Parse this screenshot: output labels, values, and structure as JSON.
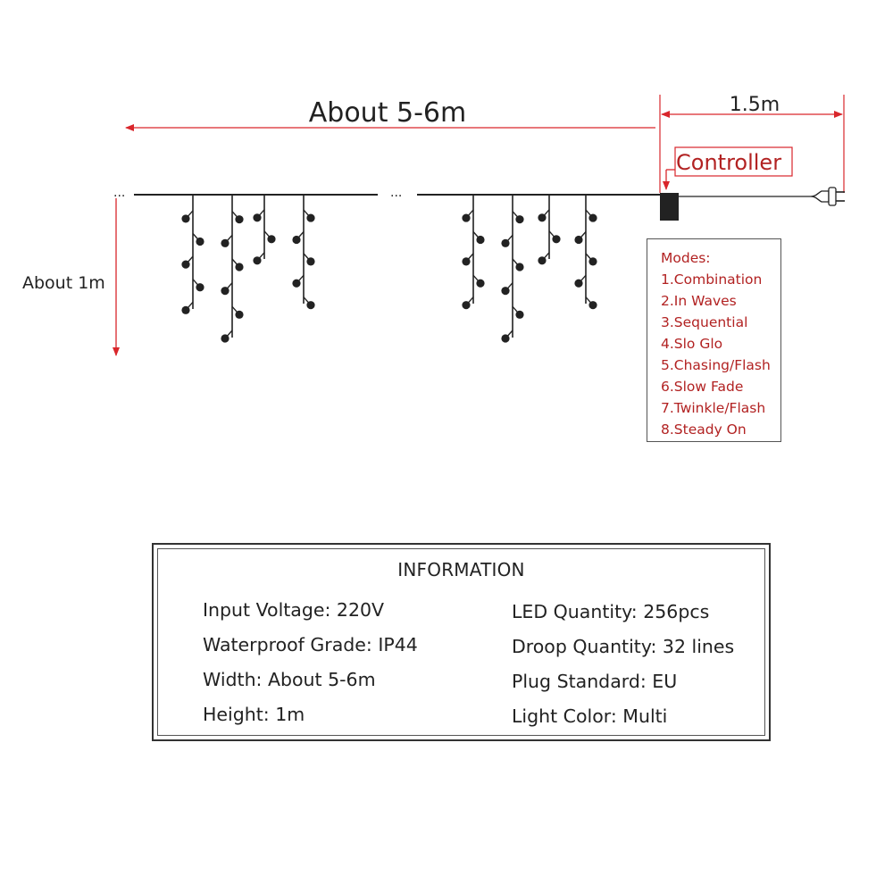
{
  "dimensions": {
    "width_label": "About 5-6m",
    "lead_label": "1.5m",
    "height_label": "About 1m",
    "controller_label": "Controller",
    "ellipsis": "..."
  },
  "modes": {
    "title": "Modes:",
    "items": [
      "1.Combination",
      "2.In Waves",
      "3.Sequential",
      "4.Slo Glo",
      "5.Chasing/Flash",
      "6.Slow Fade",
      "7.Twinkle/Flash",
      "8.Steady On"
    ]
  },
  "info": {
    "title": "INFORMATION",
    "left": [
      "Input Voltage: 220V",
      "Waterproof Grade: IP44",
      "Width:  About 5-6m",
      "Height: 1m"
    ],
    "right": [
      "LED Quantity: 256pcs",
      "Droop Quantity: 32 lines",
      "Plug Standard: EU",
      "Light Color: Multi"
    ]
  },
  "colors": {
    "accent": "#d9262b",
    "line": "#222222",
    "mode_text": "#b22222"
  }
}
